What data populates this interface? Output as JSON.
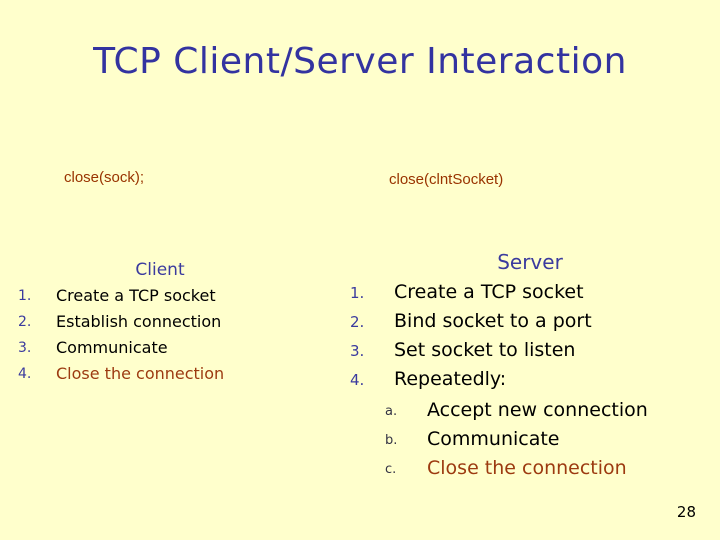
{
  "slide": {
    "background_color": "#ffffcc",
    "title": "TCP Client/Server Interaction",
    "title_color": "#3333a0",
    "page_number": "28"
  },
  "callouts": {
    "client_close": "close(sock);",
    "server_close": "close(clntSocket)",
    "color": "#993300"
  },
  "client_column": {
    "heading": "Client",
    "heading_color": "#3b3b9e",
    "steps": [
      {
        "marker": "1.",
        "text": "Create a TCP socket",
        "accent": false
      },
      {
        "marker": "2.",
        "text": "Establish connection",
        "accent": false
      },
      {
        "marker": "3.",
        "text": "Communicate",
        "accent": false
      },
      {
        "marker": "4.",
        "text": "Close the connection",
        "accent": true
      }
    ]
  },
  "server_column": {
    "heading": "Server",
    "heading_color": "#3b3b9e",
    "steps": [
      {
        "marker": "1.",
        "text": "Create a TCP socket",
        "accent": false
      },
      {
        "marker": "2.",
        "text": "Bind socket to a port",
        "accent": false
      },
      {
        "marker": "3.",
        "text": "Set socket to listen",
        "accent": false
      },
      {
        "marker": "4.",
        "text": "Repeatedly:",
        "accent": false
      }
    ],
    "substeps": [
      {
        "marker": "a.",
        "text": "Accept new connection",
        "accent": false
      },
      {
        "marker": "b.",
        "text": "Communicate",
        "accent": false
      },
      {
        "marker": "c.",
        "text": "Close the connection",
        "accent": true
      }
    ]
  },
  "accent_color": "#9c3a10"
}
